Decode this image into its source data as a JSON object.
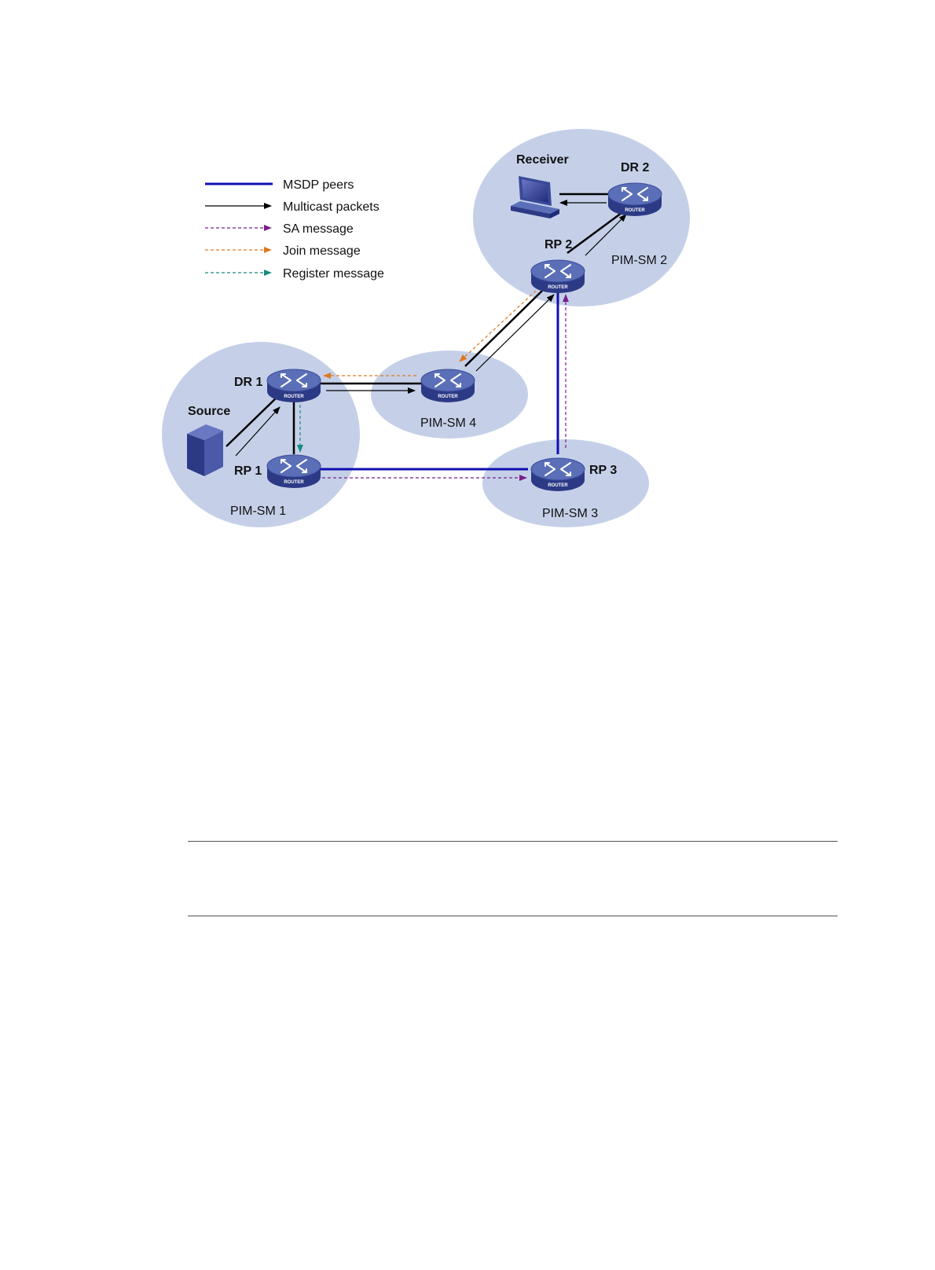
{
  "legend": [
    {
      "label": "MSDP peers",
      "style": "solid-thick",
      "color": "#1010b0"
    },
    {
      "label": "Multicast packets",
      "style": "solid-arrow",
      "color": "#000000"
    },
    {
      "label": "SA message",
      "style": "dashed-arrow",
      "color": "#7a1f8c"
    },
    {
      "label": "Join message",
      "style": "dashed-arrow",
      "color": "#e07820"
    },
    {
      "label": "Register message",
      "style": "dashed-arrow",
      "color": "#1a8a80"
    }
  ],
  "domains": {
    "pim_sm_1": "PIM-SM 1",
    "pim_sm_2": "PIM-SM 2",
    "pim_sm_3": "PIM-SM 3",
    "pim_sm_4": "PIM-SM 4"
  },
  "devices": {
    "dr1": "DR 1",
    "rp1": "RP 1",
    "rp2": "RP 2",
    "rp3": "RP 3",
    "dr2": "DR 2",
    "source": "Source",
    "receiver": "Receiver",
    "router_caption": "ROUTER"
  },
  "colors": {
    "domain_fill": "#c5d0e8",
    "router_top": "#5b6fb8",
    "router_side": "#2c3a86",
    "msdp": "#1010b0",
    "sa": "#7a1f8c",
    "join": "#e07820",
    "register": "#1a8a80"
  }
}
